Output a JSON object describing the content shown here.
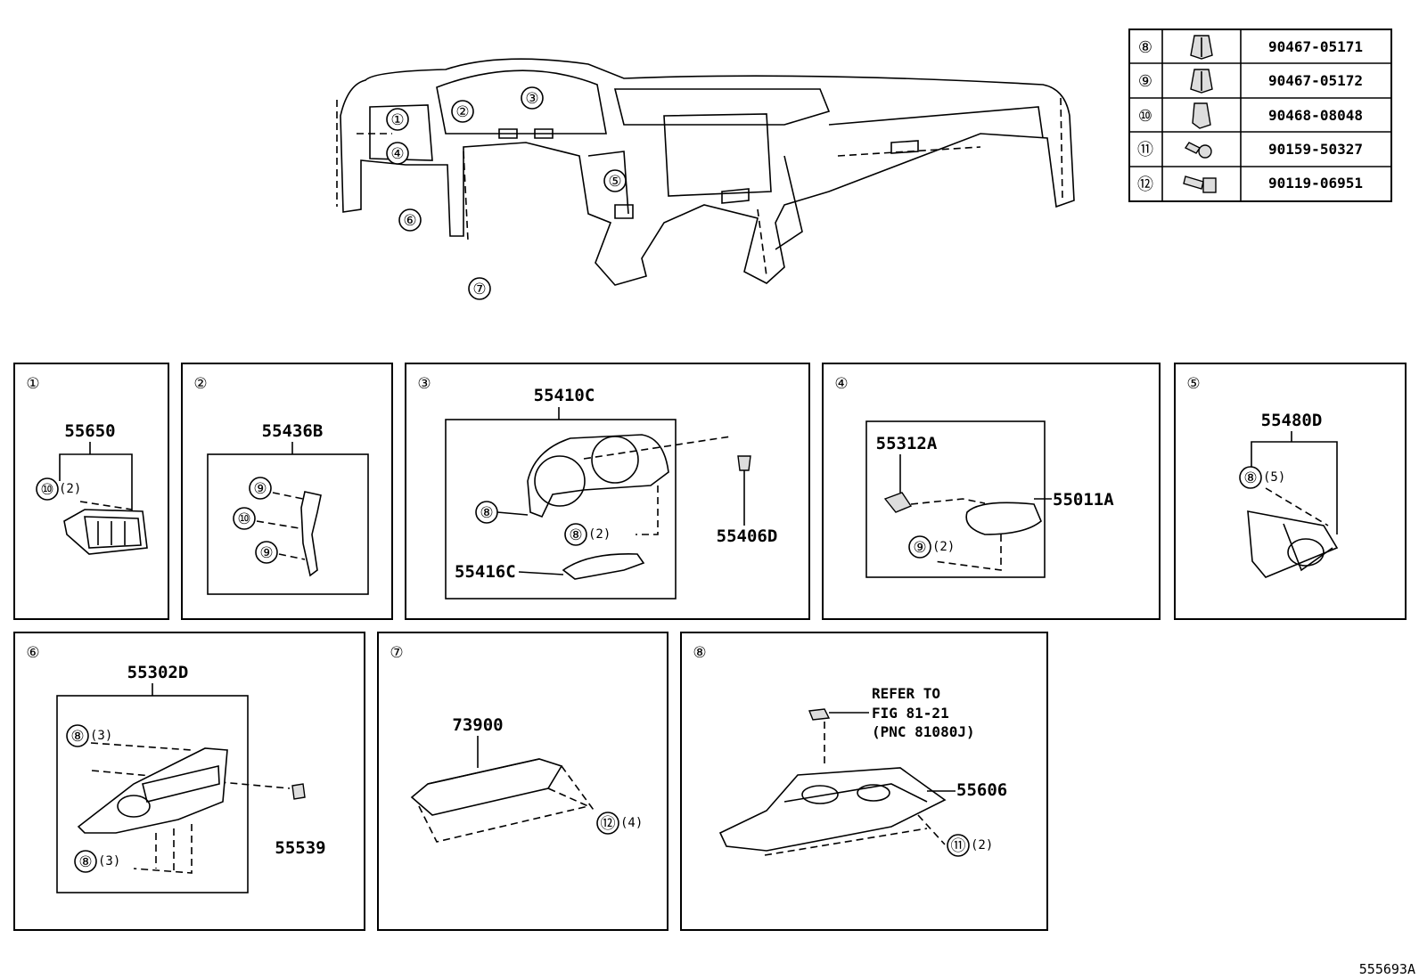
{
  "overview": {
    "callouts": [
      "①",
      "②",
      "③",
      "④",
      "⑤",
      "⑥",
      "⑦"
    ]
  },
  "fastener_table": [
    {
      "ref": "⑧",
      "icon": "clip-icon",
      "part_no": "90467-05171"
    },
    {
      "ref": "⑨",
      "icon": "clip-icon",
      "part_no": "90467-05172"
    },
    {
      "ref": "⑩",
      "icon": "clip-icon",
      "part_no": "90468-08048"
    },
    {
      "ref": "⑪",
      "icon": "screw-icon",
      "part_no": "90159-50327"
    },
    {
      "ref": "⑫",
      "icon": "bolt-icon",
      "part_no": "90119-06951"
    }
  ],
  "panels": {
    "p1": {
      "ref": "①",
      "part": "55650",
      "clip_ref": "⑩",
      "clip_qty": "(2)"
    },
    "p2": {
      "ref": "②",
      "part": "55436B",
      "clip_a": "⑨",
      "clip_b": "⑩",
      "clip_c": "⑨"
    },
    "p3": {
      "ref": "③",
      "part_main": "55410C",
      "part_lower": "55416C",
      "part_clip": "55406D",
      "clip_a": "⑧",
      "clip_b": "⑧",
      "clip_b_qty": "(2)"
    },
    "p4": {
      "ref": "④",
      "part_a": "55312A",
      "part_b": "55011A",
      "clip": "⑨",
      "clip_qty": "(2)"
    },
    "p5": {
      "ref": "⑤",
      "part": "55480D",
      "clip": "⑧",
      "clip_qty": "(5)"
    },
    "p6": {
      "ref": "⑥",
      "part": "55302D",
      "part_b": "55539",
      "clip_a": "⑧",
      "clip_a_qty": "(3)",
      "clip_b": "⑧",
      "clip_b_qty": "(3)"
    },
    "p7": {
      "ref": "⑦",
      "part": "73900",
      "bolt": "⑫",
      "bolt_qty": "(4)"
    },
    "p8": {
      "ref": "⑧",
      "part": "55606",
      "screw": "⑪",
      "screw_qty": "(2)",
      "refer_1": "REFER TO",
      "refer_2": "FIG 81-21",
      "refer_3": "(PNC 81080J)"
    }
  },
  "diagram_id": "555693A"
}
